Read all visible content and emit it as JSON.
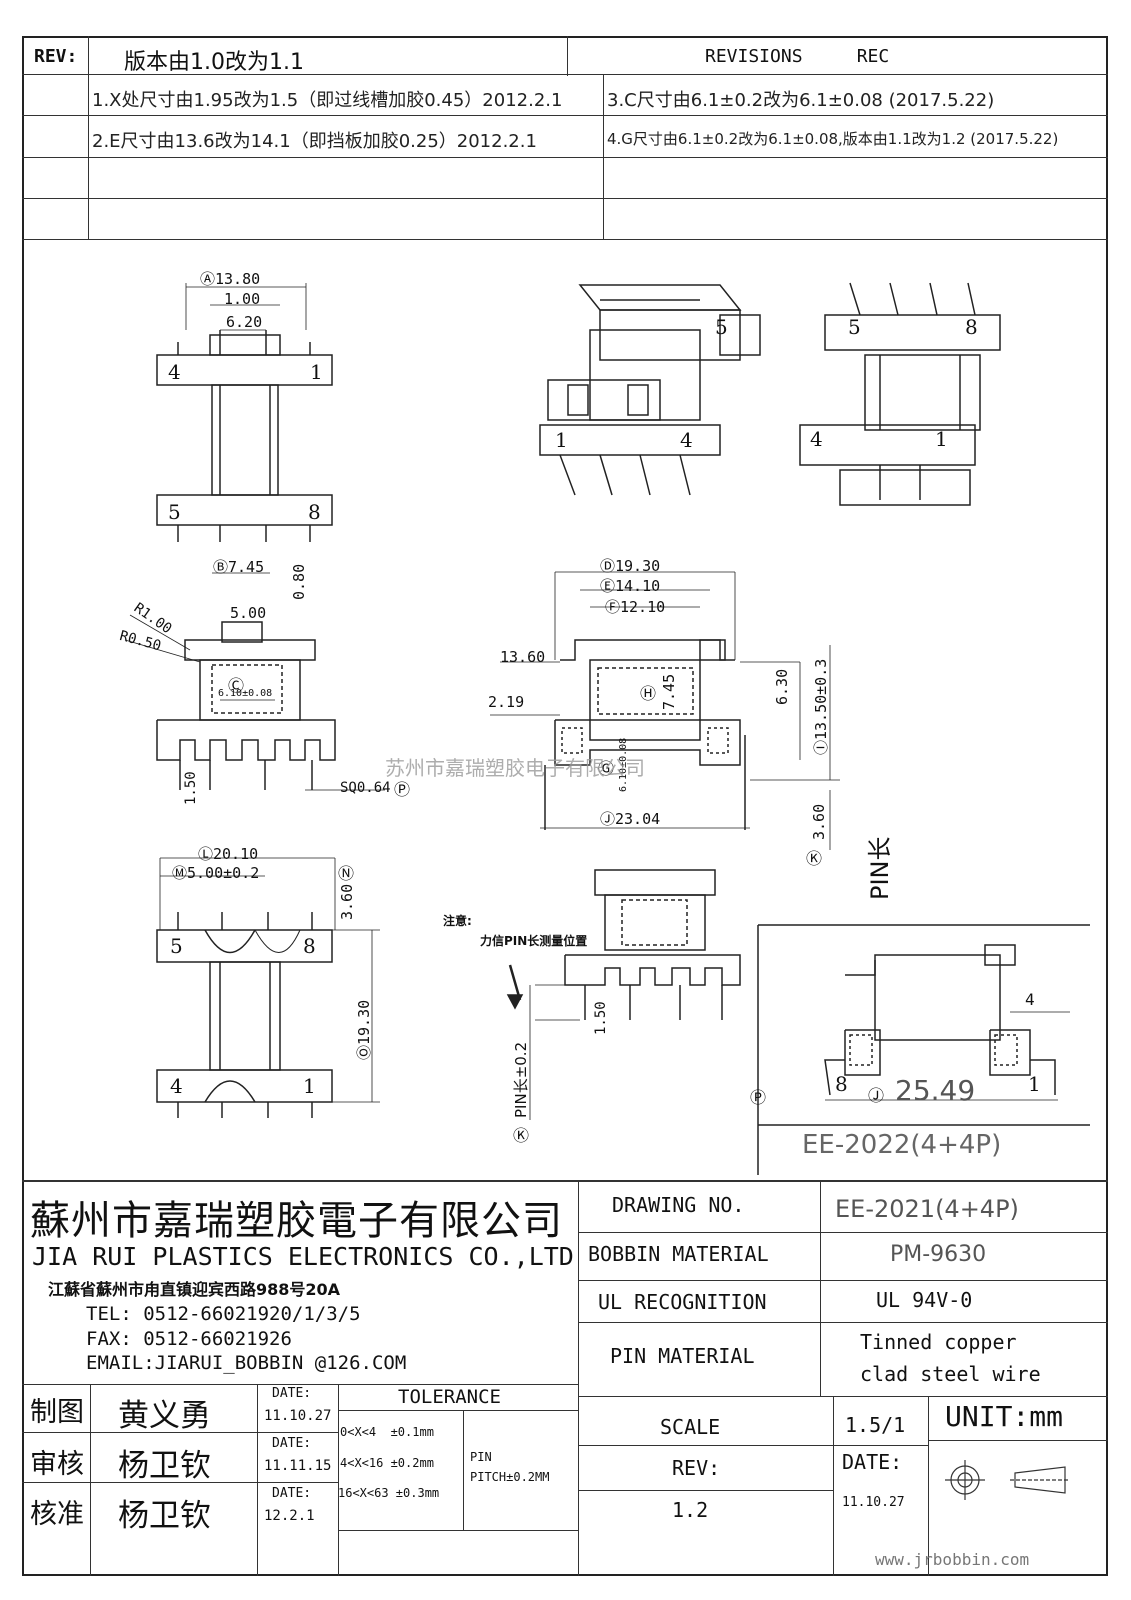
{
  "revisions": {
    "rev_label": "REV:",
    "version_change": "版本由1.0改为1.1",
    "header": "REVISIONS     REC",
    "rows": [
      "1.X处尺寸由1.95改为1.5（即过线槽加胶0.45）2012.2.1",
      "3.C尺寸由6.1±0.2改为6.1±0.08 (2017.5.22)",
      "2.E尺寸由13.6改为14.1（即挡板加胶0.25）2012.2.1",
      "4.G尺寸由6.1±0.2改为6.1±0.08,版本由1.1改为1.2 (2017.5.22)"
    ]
  },
  "drawing": {
    "dim_a": "Ⓐ13.80",
    "dim_100": "1.00",
    "dim_620": "6.20",
    "dim_b": "Ⓑ7.45",
    "dim_500": "5.00",
    "dim_080": "0.80",
    "dim_r100": "R1.00",
    "dim_r050": "R0.50",
    "dim_c": "Ⓒ",
    "dim_c_val": "6.10±0.08",
    "dim_150a": "1.50",
    "dim_sq": "SQ0.64",
    "dim_p": "Ⓟ",
    "dim_d": "Ⓓ19.30",
    "dim_e": "Ⓔ14.10",
    "dim_f": "Ⓕ12.10",
    "dim_1360": "13.60",
    "dim_h": "Ⓗ",
    "dim_745": "7.45",
    "dim_630": "6.30",
    "dim_i": "Ⓘ13.50±0.3",
    "dim_219": "2.19",
    "dim_g": "Ⓖ",
    "dim_g_val": "6.10±0.08",
    "dim_j": "Ⓙ23.04",
    "dim_360": "3.60",
    "dim_k": "Ⓚ",
    "pin_len": "PIN长",
    "dim_l": "Ⓛ20.10",
    "dim_m": "Ⓜ5.00±0.2",
    "dim_n": "Ⓝ",
    "dim_360b": "3.60",
    "dim_o": "Ⓞ19.30",
    "note_title": "注意:",
    "note_text": "力信PIN长测量位置",
    "dim_150b": "1.50",
    "pin_len_tol": "PIN长±0.2",
    "dim_k2": "Ⓚ",
    "dim_4": "4",
    "dim_j2": "Ⓙ",
    "dim_2549": "25.49",
    "dim_p2": "Ⓟ",
    "model_2022": "EE-2022(4+4P)",
    "pin_labels": {
      "p1": "1",
      "p4": "4",
      "p5": "5",
      "p8": "8"
    },
    "watermark": "苏州市嘉瑞塑胶电子有限公司"
  },
  "company": {
    "name_cn": "蘇州市嘉瑞塑胶電子有限公司",
    "name_en": "JIA RUI PLASTICS ELECTRONICS CO.,LTD",
    "address": "江蘇省蘇州市甪直镇迎宾西路988号20A",
    "tel": "TEL: 0512-66021920/1/3/5",
    "fax": "FAX: 0512-66021926",
    "email": "EMAIL:JIARUI_BOBBIN @126.COM"
  },
  "titleblock": {
    "drawing_no_label": "DRAWING  NO.",
    "drawing_no": "EE-2021(4+4P)",
    "bobbin_label": "BOBBIN  MATERIAL",
    "bobbin": "PM-9630",
    "ul_label": "UL RECOGNITION",
    "ul": "UL 94V-0",
    "pin_label": "PIN MATERIAL",
    "pin_material_1": "Tinned copper",
    "pin_material_2": "clad steel wire",
    "scale_label": "SCALE",
    "scale": "1.5/1",
    "unit": "UNIT:mm",
    "rev_label": "REV:",
    "rev": "1.2",
    "date_label": "DATE:",
    "date": "11.10.27",
    "website": "www.jrbobbin.com"
  },
  "signoff": [
    {
      "role": "制图",
      "name": "黄义勇",
      "date_label": "DATE:",
      "date": "11.10.27"
    },
    {
      "role": "审核",
      "name": "杨卫钦",
      "date_label": "DATE:",
      "date": "11.11.15"
    },
    {
      "role": "核准",
      "name": "杨卫钦",
      "date_label": "DATE:",
      "date": "12.2.1"
    }
  ],
  "tolerance": {
    "title": "TOLERANCE",
    "rows": [
      "0<X<4  ±0.1mm",
      "4<X<16 ±0.2mm",
      "16<X<63 ±0.3mm"
    ],
    "pin": "PIN",
    "pin_pitch": "PITCH±0.2MM"
  }
}
